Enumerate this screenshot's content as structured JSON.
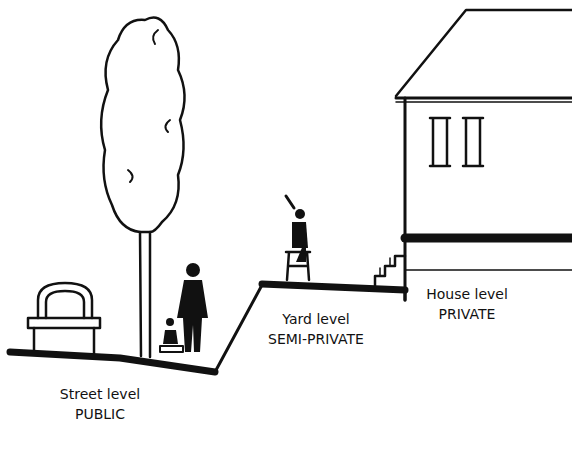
{
  "diagram": {
    "labels": [
      "Street level",
      "PUBLIC",
      "Yard level",
      "SEMI-PRIVATE",
      "House level",
      "PRIVATE"
    ]
  }
}
